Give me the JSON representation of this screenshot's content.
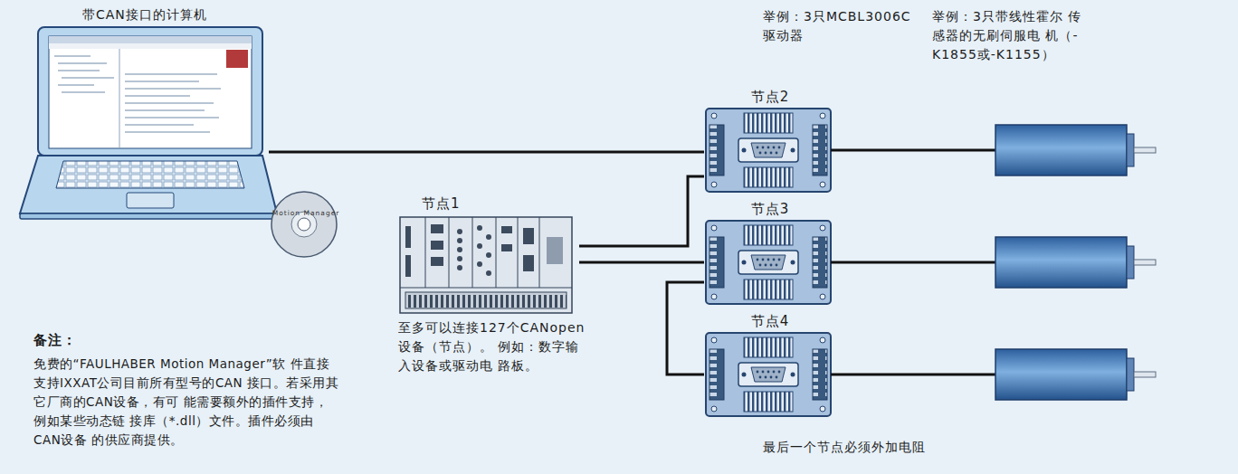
{
  "diagram": {
    "nodes": [
      {
        "text": [
          "带CAN接口的计算机"
        ]
      },
      {
        "text": [
          "Motion Manager"
        ]
      },
      {
        "text": [
          "节点1"
        ]
      },
      {
        "text": [
          "节点2"
        ]
      },
      {
        "text": [
          "节点3"
        ]
      },
      {
        "text": [
          "节点4"
        ]
      }
    ],
    "edges": [
      {
        "from": 0,
        "to": 3,
        "arrow": "none"
      },
      {
        "from": 2,
        "to": 3,
        "arrow": "none"
      },
      {
        "from": 2,
        "to": 4,
        "arrow": "none"
      },
      {
        "from": 4,
        "to": 5,
        "arrow": "none"
      }
    ],
    "labels": [
      "举例：3只MCBL3006C 驱动器",
      "举例：3只带线性霍尔 传感器的无刷伺服电 机（-K1855或-K1155）",
      "至多可以连接127个CANopen 设备（节点）。 例如：数字输入设备或驱动电 路板。",
      "备注：",
      "免费的“FAULHABER Motion Manager”软 件直接支持IXXAT公司目前所有型号的CAN 接口。若采用其它厂商的CAN设备，有可 能需要额外的插件支持，例如某些动态链 接库（*.dll）文件。插件必须由CAN设备 的供应商提供。",
      "最后一个节点必须外加电阻"
    ]
  }
}
